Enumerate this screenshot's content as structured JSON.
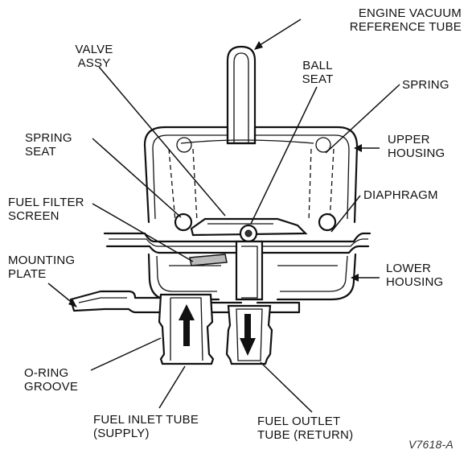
{
  "labels": {
    "engine_vacuum_reference_tube": [
      "ENGINE VACUUM",
      "REFERENCE TUBE"
    ],
    "valve_assy": [
      "VALVE",
      "ASSY"
    ],
    "ball_seat": [
      "BALL",
      "SEAT"
    ],
    "spring": "SPRING",
    "spring_seat": [
      "SPRING",
      "SEAT"
    ],
    "upper_housing": [
      "UPPER",
      "HOUSING"
    ],
    "fuel_filter_screen": [
      "FUEL FILTER",
      "SCREEN"
    ],
    "diaphragm": "DIAPHRAGM",
    "mounting_plate": [
      "MOUNTING",
      "PLATE"
    ],
    "lower_housing": [
      "LOWER",
      "HOUSING"
    ],
    "o_ring_groove": [
      "O-RING",
      "GROOVE"
    ],
    "fuel_inlet_tube": [
      "FUEL INLET TUBE",
      "(SUPPLY)"
    ],
    "fuel_outlet_tube": [
      "FUEL OUTLET",
      "TUBE (RETURN)"
    ],
    "figure_code": "V7618-A"
  }
}
